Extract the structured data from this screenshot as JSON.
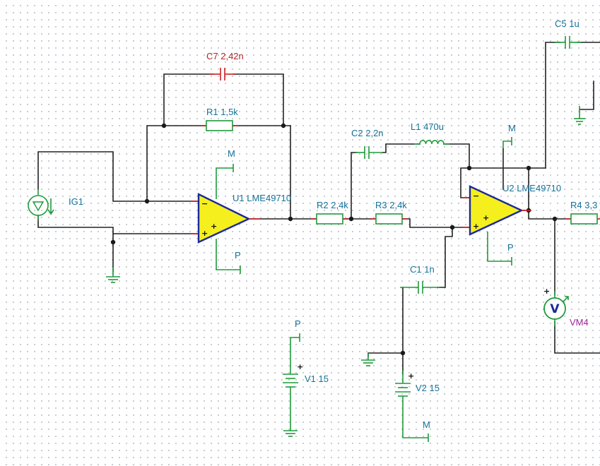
{
  "components": {
    "ig1": {
      "label": "IG1"
    },
    "c7": {
      "label": "C7 2,42n"
    },
    "r1": {
      "label": "R1 1,5k"
    },
    "u1": {
      "label": "U1 LME49710",
      "pin_m": "M",
      "pin_p": "P"
    },
    "r2": {
      "label": "R2 2,4k"
    },
    "c2": {
      "label": "C2 2,2n"
    },
    "l1": {
      "label": "L1 470u"
    },
    "r3": {
      "label": "R3 2,4k"
    },
    "c1": {
      "label": "C1 1n"
    },
    "u2": {
      "label": "U2 LME49710",
      "pin_m": "M",
      "pin_p": "P"
    },
    "c5": {
      "label": "C5 1u"
    },
    "r4": {
      "label": "R4 3,3"
    },
    "vm4": {
      "label": "VM4",
      "symbol": "V"
    },
    "v1": {
      "label": "V1 15",
      "pin_p": "P"
    },
    "v2": {
      "label": "V2 15",
      "pin_m": "M"
    }
  },
  "signs": {
    "plus": "+",
    "minus": "−"
  },
  "colors": {
    "wire": "#222222",
    "lead": "#1f9a3b",
    "label": "#14729a",
    "selected": "#cc1f1f",
    "opamp_fill": "#f5ef1e",
    "opamp_outline": "#1a2a9a",
    "meter": "#a0279a"
  }
}
